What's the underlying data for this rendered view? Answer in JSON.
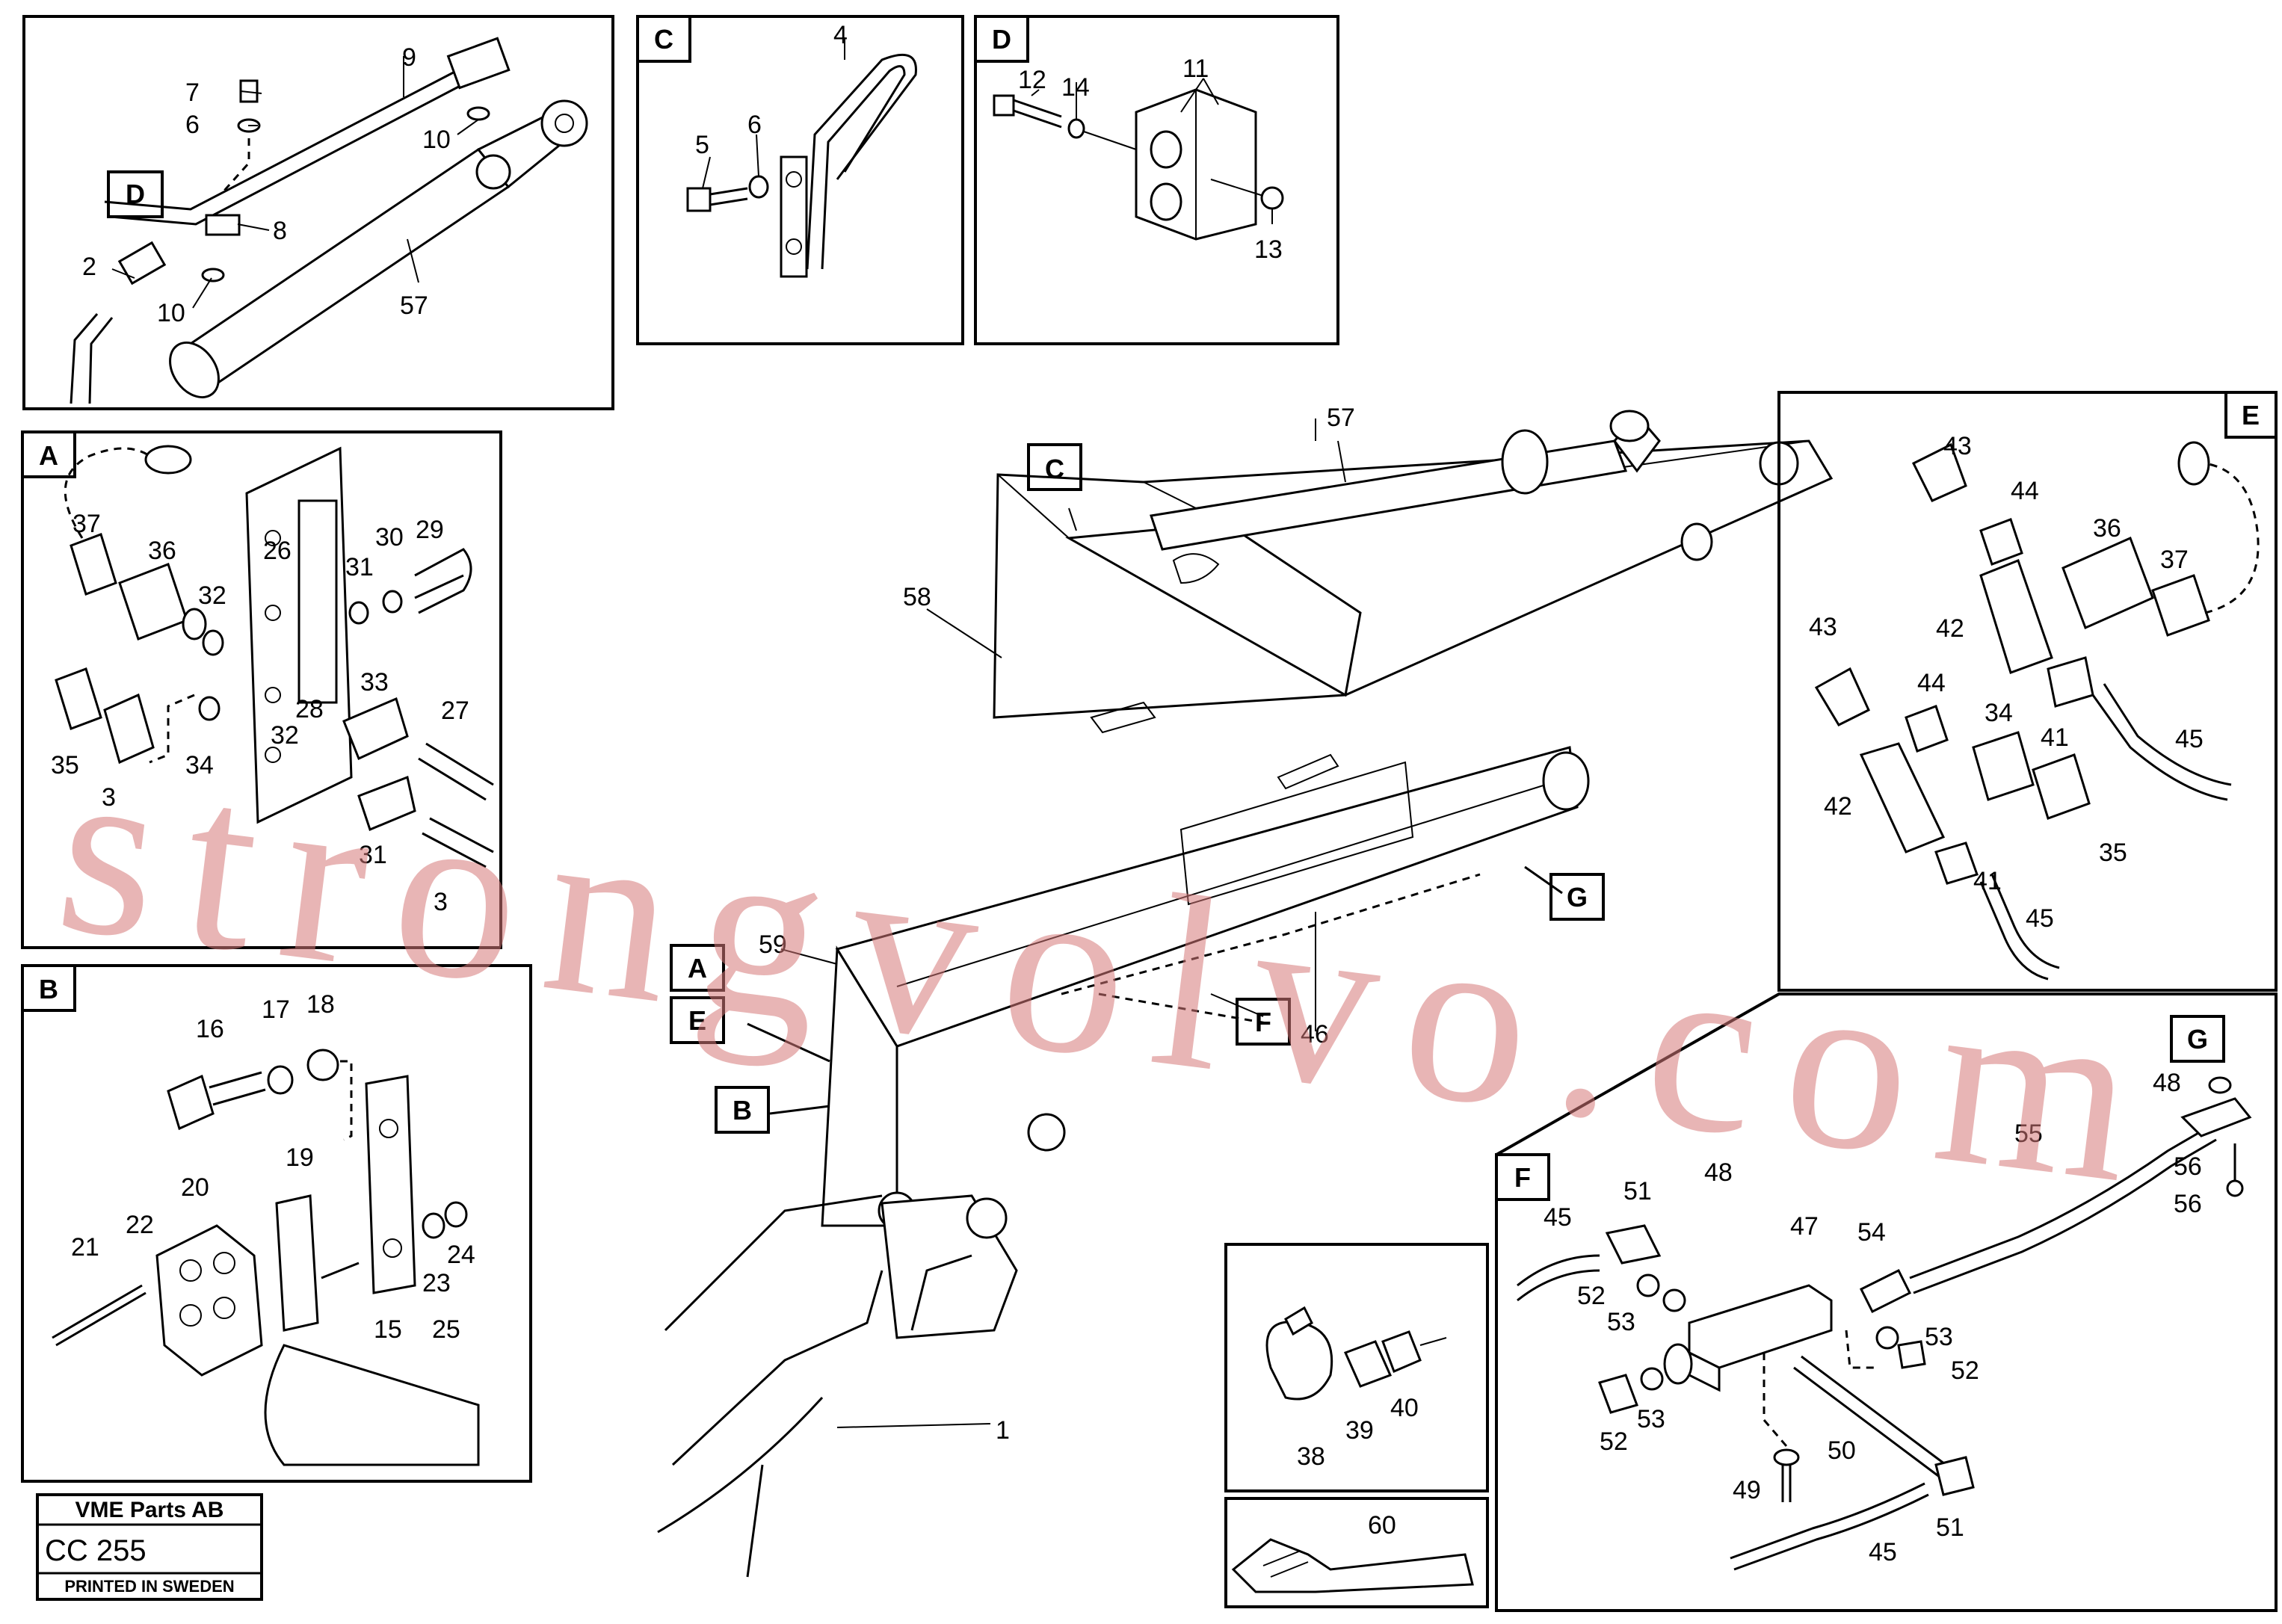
{
  "watermark": "strongvolvo.com",
  "stamp": {
    "company": "VME Parts AB",
    "code": "CC 255",
    "footer": "PRINTED IN SWEDEN"
  },
  "section_tags": {
    "C": "C",
    "D": "D",
    "A": "A",
    "B": "B",
    "E": "E",
    "F": "F",
    "G": "G"
  },
  "callouts": {
    "top_left": [
      "9",
      "7",
      "6",
      "10",
      "8",
      "2",
      "10",
      "57"
    ],
    "detail_c": [
      "4",
      "5",
      "6"
    ],
    "detail_d": [
      "11",
      "12",
      "14",
      "13"
    ],
    "detail_a": [
      "37",
      "36",
      "26",
      "30",
      "29",
      "31",
      "32",
      "33",
      "28",
      "35",
      "34",
      "32",
      "27",
      "3",
      "31",
      "3"
    ],
    "detail_b": [
      "16",
      "17",
      "18",
      "19",
      "20",
      "21",
      "22",
      "23",
      "24",
      "15",
      "25"
    ],
    "detail_e": [
      "43",
      "44",
      "36",
      "37",
      "42",
      "43",
      "44",
      "34",
      "41",
      "45",
      "42",
      "41",
      "35",
      "45"
    ],
    "main_view": [
      "57",
      "58",
      "59",
      "46",
      "1"
    ],
    "detail_f": [
      "48",
      "51",
      "47",
      "54",
      "45",
      "52",
      "53",
      "53",
      "52",
      "52",
      "53",
      "50",
      "49",
      "45",
      "51"
    ],
    "detail_g": [
      "48",
      "55",
      "56",
      "56"
    ],
    "small_39": [
      "38",
      "39",
      "40"
    ],
    "small_60": [
      "60"
    ]
  }
}
